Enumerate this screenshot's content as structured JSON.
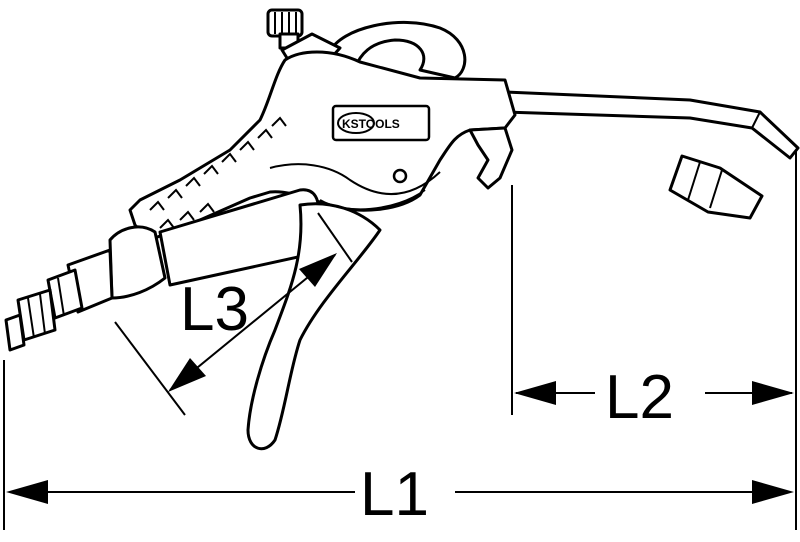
{
  "logo": {
    "brand_text": "KSTOOLS"
  },
  "dimensions": {
    "l1_label": "L1",
    "l2_label": "L2",
    "l3_label": "L3"
  }
}
